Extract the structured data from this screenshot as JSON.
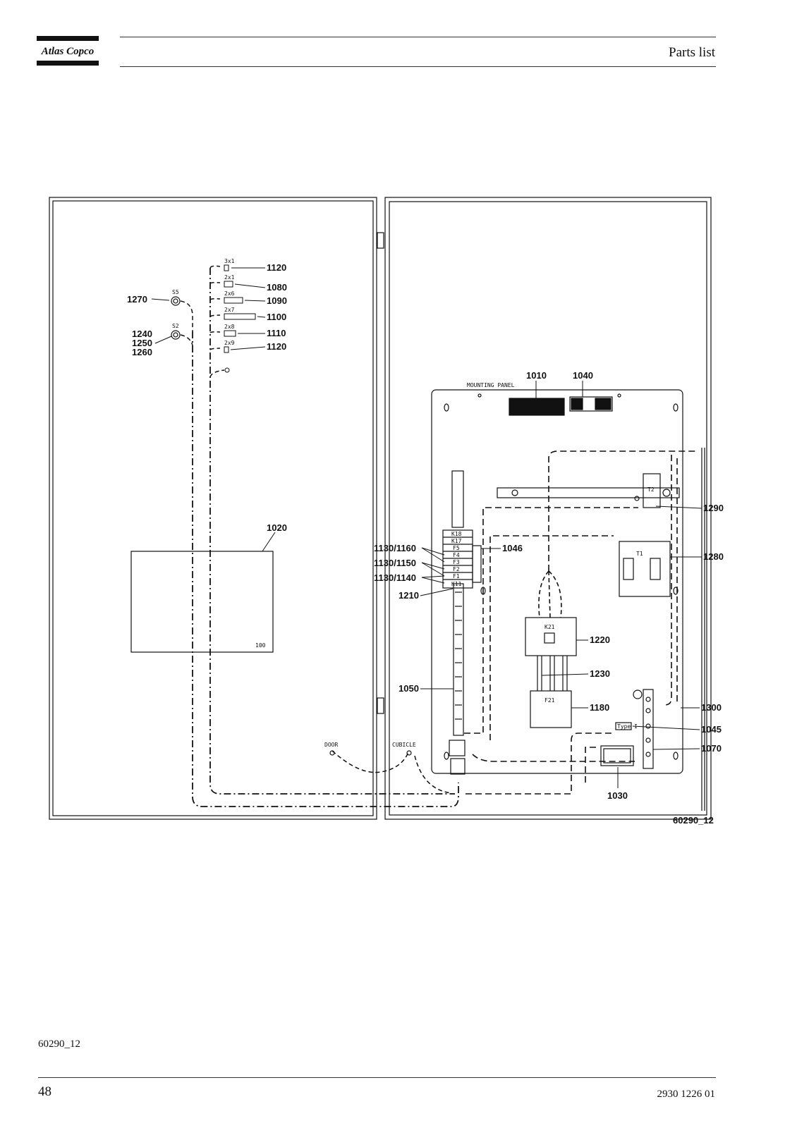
{
  "header": {
    "brand": "Atlas Copco",
    "title": "Parts list"
  },
  "footer": {
    "figure_code": "60290_12",
    "page_number": "48",
    "document_number": "2930 1226 01"
  },
  "diagram": {
    "figure_code": "60290_12",
    "door_plate_text": "100",
    "mounting_panel_text": "MOUNTING PANEL",
    "door_text": "DOOR",
    "cubicle_text": "CUBICLE",
    "indicators": {
      "s5": "S5",
      "s2": "S2"
    },
    "relay_tags": {
      "k18": "K18",
      "k17": "K17",
      "f5": "F5",
      "f4": "F4",
      "f3": "F3",
      "f2": "F2",
      "f1": "F1",
      "k11": "K11"
    },
    "component_tags": {
      "t2": "T2",
      "t1": "T1",
      "k21": "K21",
      "f21": "F21",
      "type": "Type I"
    },
    "bundle_counts": [
      "3x1",
      "2x1",
      "2x6",
      "2x7",
      "2x8",
      "2x9"
    ],
    "callouts": {
      "c1120a": "1120",
      "c1080": "1080",
      "c1090": "1090",
      "c1100": "1100",
      "c1110": "1110",
      "c1120b": "1120",
      "c1270": "1270",
      "c1240": "1240",
      "c1250": "1250",
      "c1260": "1260",
      "c1020": "1020",
      "c1010": "1010",
      "c1040": "1040",
      "c1046": "1046",
      "c1130_1160": "1130/1160",
      "c1130_1150": "1130/1150",
      "c1130_1140": "1130/1140",
      "c1210": "1210",
      "c1050": "1050",
      "c1290": "1290",
      "c1280": "1280",
      "c1220": "1220",
      "c1230": "1230",
      "c1180": "1180",
      "c1300": "1300",
      "c1045": "1045",
      "c1070": "1070",
      "c1030": "1030"
    }
  }
}
